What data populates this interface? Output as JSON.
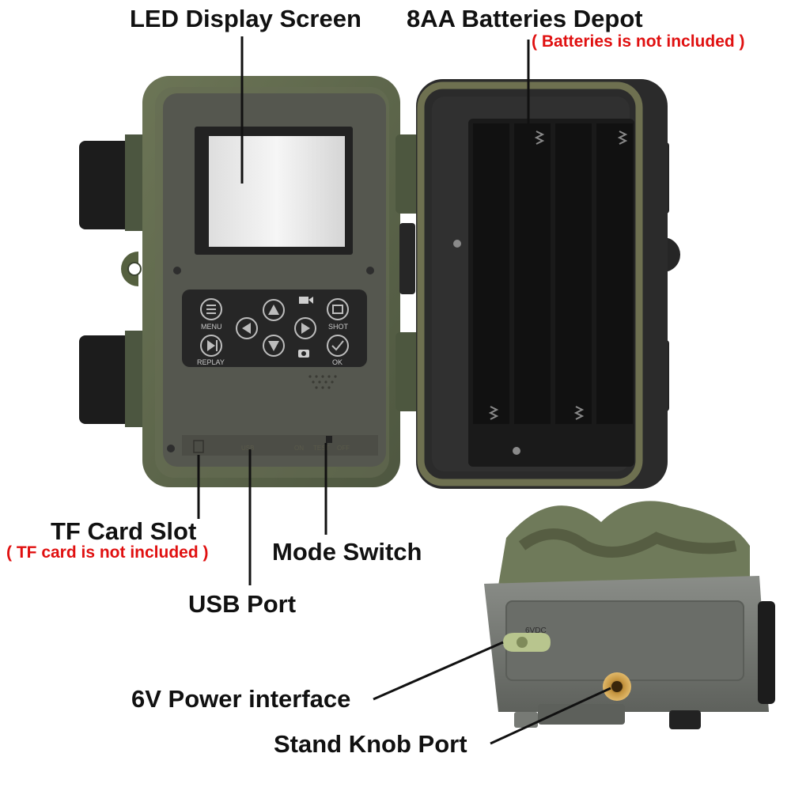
{
  "labels": {
    "led": "LED Display Screen",
    "batteries": "8AA Batteries Depot",
    "batteries_note": "( Batteries is not included )",
    "tf_slot": "TF Card Slot",
    "tf_note": "( TF card is not included )",
    "mode_switch": "Mode Switch",
    "usb": "USB Port",
    "power": "6V Power interface",
    "stand": "Stand Knob Port"
  },
  "keypad": {
    "menu": "MENU",
    "shot": "SHOT",
    "replay": "REPLAY",
    "ok": "OK"
  },
  "switch_marks": {
    "on": "ON",
    "test": "TEST",
    "off": "OFF",
    "usb": "USB"
  },
  "bottom_unit": {
    "voltage": "6VDC"
  },
  "colors": {
    "case": "#5f6a4a",
    "panel": "#55574f",
    "lid_inner": "#2b2b2b",
    "annotation_red": "#e01010",
    "camo": "#6f7a5a"
  }
}
